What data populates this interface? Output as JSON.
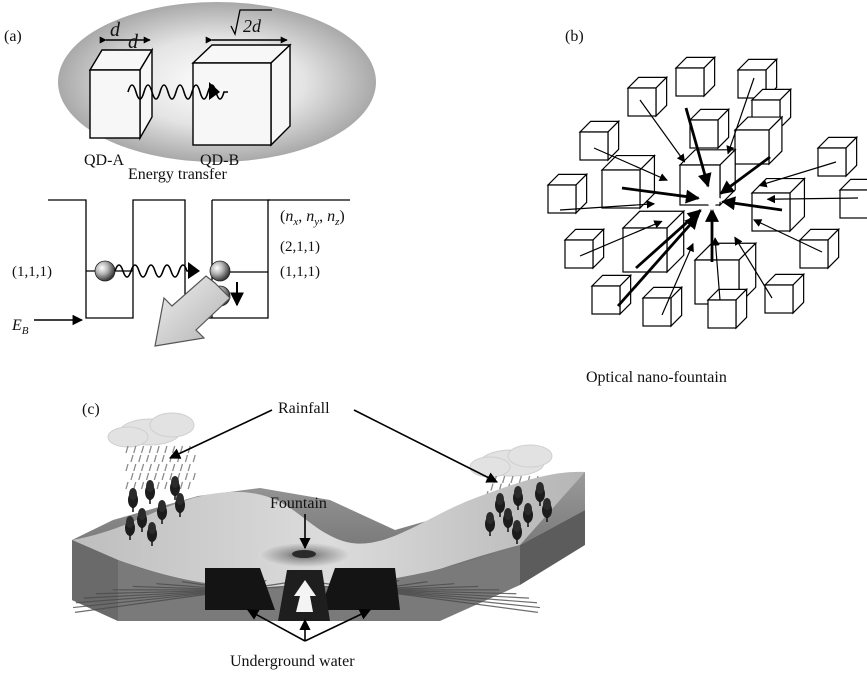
{
  "panel_a": {
    "label": "(a)",
    "width_d": "d",
    "width_sqrt2": "2d",
    "qd_a": "QD-A",
    "qd_b": "QD-B",
    "caption": "Energy transfer",
    "state_left": "(1,1,1)",
    "quantum_numbers": {
      "open": "(",
      "n": "n",
      "x": "x",
      "y": "y",
      "z": "z",
      "sep": ", ",
      "close": ")"
    },
    "state_upper": "(2,1,1)",
    "state_lower": "(1,1,1)",
    "energy_label": "E",
    "energy_sub": "B"
  },
  "panel_b": {
    "label": "(b)",
    "caption": "Optical nano-fountain"
  },
  "panel_c": {
    "label": "(c)",
    "rainfall": "Rainfall",
    "fountain": "Fountain",
    "underground": "Underground water"
  }
}
